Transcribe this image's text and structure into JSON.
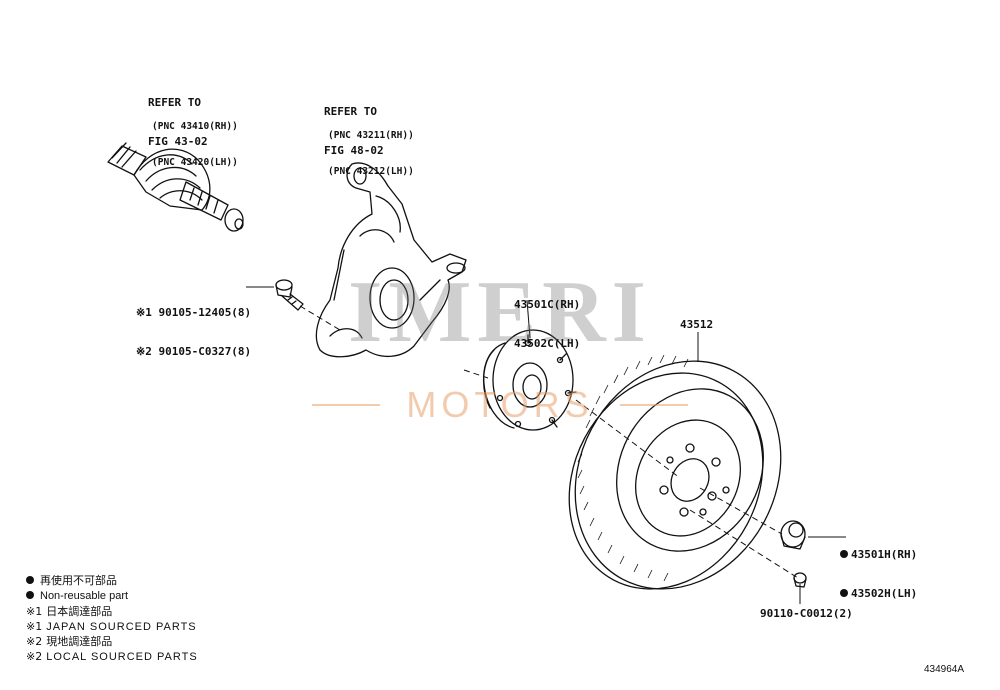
{
  "callouts": {
    "axle_refer": [
      "REFER TO",
      "FIG 43-02"
    ],
    "axle_pnc": [
      "(PNC 43410(RH))",
      "(PNC 43420(LH))"
    ],
    "knuckle_refer": [
      "REFER TO",
      "FIG 48-02"
    ],
    "knuckle_pnc": [
      "(PNC 43211(RH))",
      "(PNC 43212(LH))"
    ],
    "bolt": [
      "※1 90105-12405(8)",
      "※2 90105-C0327(8)"
    ],
    "hub": [
      "43501C(RH)",
      "43502C(LH)"
    ],
    "disc": "43512",
    "nut": [
      "43501H(RH)",
      "43502H(LH)"
    ],
    "screw": "90110-C0012(2)",
    "figure_number": "434964A"
  },
  "legend": {
    "non_reusable_jp": "再使用不可部品",
    "non_reusable_en": "Non-reusable part",
    "japan_jp": "日本調達部品",
    "japan_en": "JAPAN SOURCED PARTS",
    "local_jp": "現地調達部品",
    "local_en": "LOCAL SOURCED PARTS",
    "mark1": "※1",
    "mark2": "※2"
  },
  "watermark": {
    "brand": "IMERI",
    "sub": "MOTORS"
  }
}
